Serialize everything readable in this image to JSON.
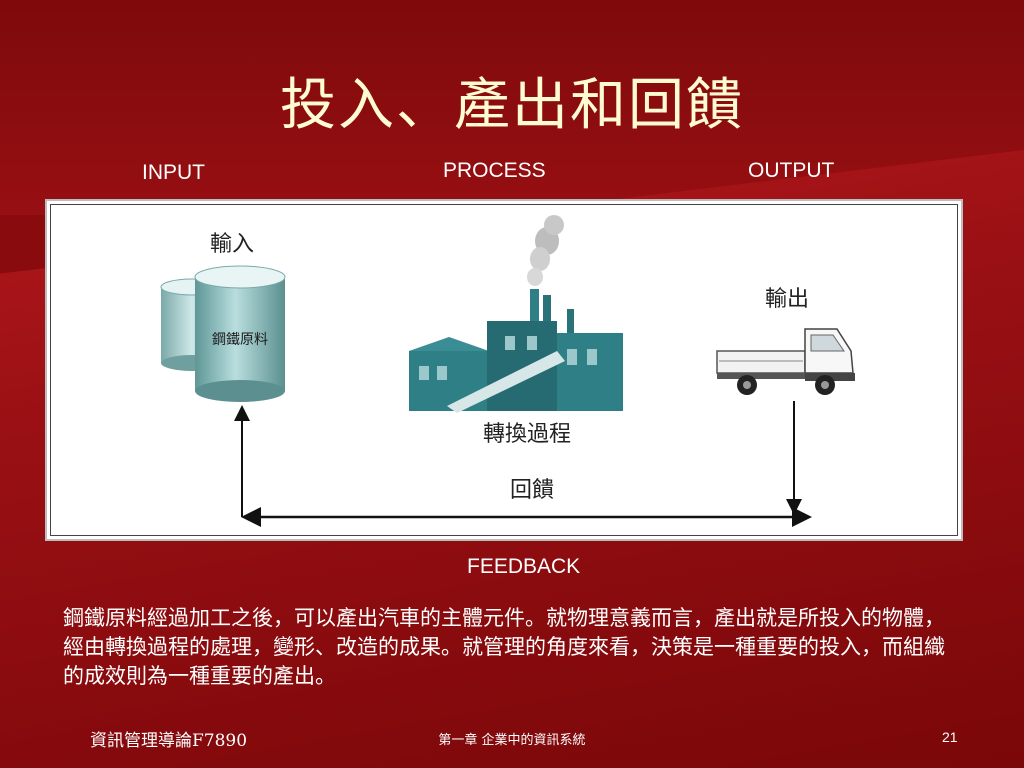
{
  "slide": {
    "title": "投入、產出和回饋",
    "labels": {
      "input": "INPUT",
      "process": "PROCESS",
      "output": "OUTPUT",
      "feedback": "FEEDBACK"
    },
    "diagram": {
      "input_caption": "輸入",
      "tank_text": "鋼鐵原料",
      "process_caption": "轉換過程",
      "output_caption": "輸出",
      "feedback_caption": "回饋"
    },
    "description": "鋼鐵原料經過加工之後，可以產出汽車的主體元件。就物理意義而言，產出就是所投入的物體，經由轉換過程的處理，變形、改造的成果。就管理的角度來看，決策是一種重要的投入，而組織的成效則為一種重要的產出。",
    "footer": {
      "left": "資訊管理導論F7890",
      "center": "第一章 企業中的資訊系統",
      "page": "21"
    }
  },
  "colors": {
    "background": "#8a0b0d",
    "title": "#fffbd0",
    "tank": "#8fbcbc",
    "factory": "#2f7f86"
  }
}
